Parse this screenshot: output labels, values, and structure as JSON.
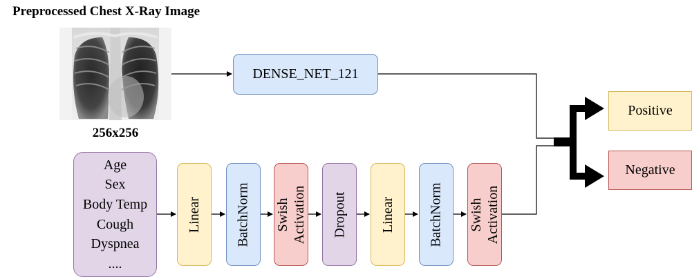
{
  "title": "Preprocessed Chest X-Ray Image",
  "image_caption": "256x256",
  "image_icon": "chest-xray-image",
  "cnn_block": "DENSE_NET_121",
  "clinical_features": [
    "Age",
    "Sex",
    "Body Temp",
    "Cough",
    "Dyspnea",
    "...."
  ],
  "layers": [
    {
      "label": "Linear",
      "color": "yellow"
    },
    {
      "label": "BatchNorm",
      "color": "blue"
    },
    {
      "label": "Swish\nActivation",
      "color": "red"
    },
    {
      "label": "Dropout",
      "color": "purple"
    },
    {
      "label": "Linear",
      "color": "yellow"
    },
    {
      "label": "BatchNorm",
      "color": "blue"
    },
    {
      "label": "Swish\nActivation",
      "color": "red"
    }
  ],
  "outputs": {
    "positive": "Positive",
    "negative": "Negative"
  },
  "colors": {
    "yellow": "#fff2cc",
    "blue": "#dae8fc",
    "red": "#f8cecc",
    "purple": "#e1d5e7"
  }
}
